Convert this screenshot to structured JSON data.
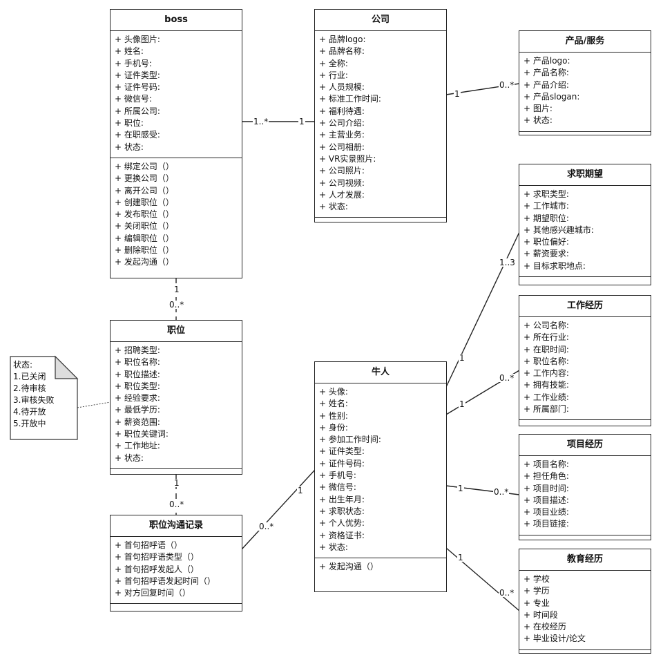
{
  "classes": {
    "boss": {
      "name": "boss",
      "attrs": [
        "头像图片:",
        "姓名:",
        "手机号:",
        "证件类型:",
        "证件号码:",
        "微信号:",
        "所属公司:",
        "职位:",
        "在职感受:",
        "状态:"
      ],
      "ops": [
        "绑定公司（）",
        "更换公司（）",
        "离开公司（）",
        "创建职位（）",
        "发布职位（）",
        "关闭职位（）",
        "编辑职位（）",
        "删除职位（）",
        "发起沟通（）"
      ]
    },
    "company": {
      "name": "公司",
      "attrs": [
        "品牌logo:",
        "品牌名称:",
        "全称:",
        "行业:",
        "人员规模:",
        "标准工作时间:",
        "福利待遇:",
        "公司介绍:",
        "主营业务:",
        "公司相册:",
        "VR实景照片:",
        "公司照片:",
        "公司视频:",
        "人才发展:",
        "状态:"
      ],
      "ops": []
    },
    "product": {
      "name": "产品/服务",
      "attrs": [
        "产品logo:",
        "产品名称:",
        "产品介绍:",
        "产品slogan:",
        "图片:",
        "状态:"
      ],
      "ops": []
    },
    "expect": {
      "name": "求职期望",
      "attrs": [
        "求职类型:",
        "工作城市:",
        "期望职位:",
        "其他感兴趣城市:",
        "职位偏好:",
        "薪资要求:",
        "目标求职地点:"
      ],
      "ops": []
    },
    "work": {
      "name": "工作经历",
      "attrs": [
        "公司名称:",
        "所在行业:",
        "在职时间:",
        "职位名称:",
        "工作内容:",
        "拥有技能:",
        "工作业绩:",
        "所属部门:"
      ],
      "ops": []
    },
    "project": {
      "name": "项目经历",
      "attrs": [
        "项目名称:",
        "担任角色:",
        "项目时间:",
        "项目描述:",
        "项目业绩:",
        "项目链接:"
      ],
      "ops": []
    },
    "edu": {
      "name": "教育经历",
      "attrs": [
        "学校",
        "学历",
        "专业",
        "时间段",
        "在校经历",
        "毕业设计/论文"
      ],
      "ops": []
    },
    "position": {
      "name": "职位",
      "attrs": [
        "招聘类型:",
        "职位名称:",
        "职位描述:",
        "职位类型:",
        "经验要求:",
        "最低学历:",
        "薪资范围:",
        "职位关键词:",
        "工作地址:",
        "状态:"
      ],
      "ops": []
    },
    "record": {
      "name": "职位沟通记录",
      "attrs": [
        "首句招呼语（）",
        "首句招呼语类型（）",
        "首句招呼发起人（）",
        "首句招呼语发起时间（）",
        "对方回复时间（）"
      ],
      "ops": []
    },
    "niuren": {
      "name": "牛人",
      "attrs": [
        "头像:",
        "姓名:",
        "性别:",
        "身份:",
        "参加工作时间:",
        "证件类型:",
        "证件号码:",
        "手机号:",
        "微信号:",
        "出生年月:",
        "求职状态:",
        "个人优势:",
        "资格证书:",
        "状态:"
      ],
      "ops": [
        "发起沟通（）"
      ]
    }
  },
  "note": [
    "状态:",
    "1.已关闭",
    "2.待审核",
    "3.审核失败",
    "4.待开放",
    "5.开放中"
  ],
  "multiplicities": {
    "boss_company_a": "1..*",
    "boss_company_b": "1",
    "company_product_a": "1",
    "company_product_b": "0..*",
    "boss_position_a": "1",
    "boss_position_b": "0..*",
    "position_record_a": "1",
    "position_record_b": "0..*",
    "niuren_record_a": "1",
    "niuren_record_b": "0..*",
    "niuren_expect_a": "1",
    "niuren_expect_b": "1..3",
    "niuren_work_a": "1",
    "niuren_work_b": "0..*",
    "niuren_project_a": "1",
    "niuren_project_b": "0..*",
    "niuren_edu_a": "1",
    "niuren_edu_b": "0..*"
  }
}
